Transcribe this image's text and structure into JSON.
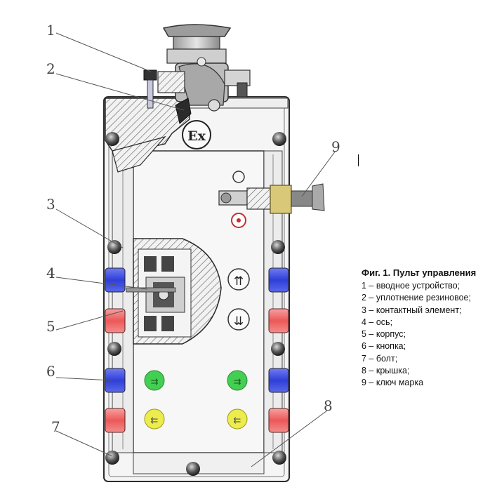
{
  "figure": {
    "ex_mark": "Ex",
    "callouts": [
      "1",
      "2",
      "3",
      "4",
      "5",
      "6",
      "7",
      "8",
      "9"
    ]
  },
  "legend": {
    "title": "Фиг. 1. Пульт управления",
    "items": [
      "1 – вводное устройство;",
      "2 – уплотнение резиновое;",
      "3 – контактный элемент;",
      "4 – ось;",
      "5 – корпус;",
      "6 – кнопка;",
      "7 – болт;",
      "8 – крышка;",
      "9 – ключ марка"
    ]
  },
  "colors": {
    "housing": "#f4f4f4",
    "outline": "#2b2b2b",
    "hatch": "#555555",
    "button_blue": "#3a4ee0",
    "button_red": "#f06868",
    "button_green": "#3fcf4f",
    "button_yellow": "#ecec4a",
    "key_brass": "#d8c878"
  }
}
